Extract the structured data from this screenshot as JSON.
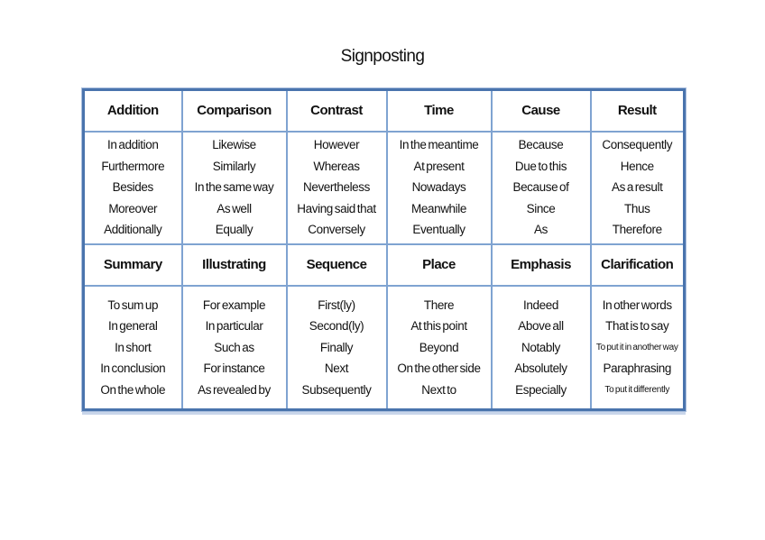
{
  "title": "Signposting",
  "table": {
    "sections": [
      {
        "headers": [
          "Addition",
          "Comparison",
          "Contrast",
          "Time",
          "Cause",
          "Result"
        ],
        "columns": [
          [
            "In addition",
            "Furthermore",
            "Besides",
            "Moreover",
            "Additionally"
          ],
          [
            "Likewise",
            "Similarly",
            "In the same way",
            "As well",
            "Equally"
          ],
          [
            "However",
            "Whereas",
            "Nevertheless",
            "Having said that",
            "Conversely"
          ],
          [
            "In the meantime",
            "At present",
            "Nowadays",
            "Meanwhile",
            "Eventually"
          ],
          [
            "Because",
            "Due to this",
            "Because of",
            "Since",
            "As"
          ],
          [
            "Consequently",
            "Hence",
            "As a result",
            "Thus",
            "Therefore"
          ]
        ]
      },
      {
        "headers": [
          "Summary",
          "Illustrating",
          "Sequence",
          "Place",
          "Emphasis",
          "Clarification"
        ],
        "columns": [
          [
            "To sum up",
            "In general",
            "In short",
            "In conclusion",
            "On the whole"
          ],
          [
            "For example",
            "In particular",
            "Such as",
            "For instance",
            "As revealed by"
          ],
          [
            "First(ly)",
            "Second(ly)",
            "Finally",
            "Next",
            "Subsequently"
          ],
          [
            "There",
            "At this point",
            "Beyond",
            "On the other side",
            "Next to"
          ],
          [
            "Indeed",
            "Above all",
            "Notably",
            "Absolutely",
            "Especially"
          ],
          [
            "In other words",
            "That is to say",
            "To put it in another way",
            "Paraphrasing",
            "To put it differently"
          ]
        ]
      }
    ]
  },
  "colors": {
    "outer_border": "#4a74ad",
    "outer_edge": "#a9bedd",
    "grid_line": "#7fa3d1",
    "shadow": "#c9d6ea",
    "text": "#111111",
    "background": "#ffffff"
  }
}
